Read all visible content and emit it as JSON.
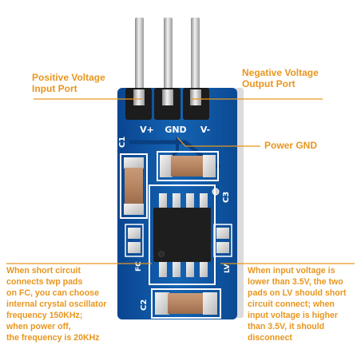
{
  "board": {
    "pin_labels": [
      "V+",
      "GND",
      "V-"
    ],
    "silk": {
      "c1": "C1",
      "c2": "C2",
      "c3": "C3",
      "fc": "FC",
      "lv": "LV"
    }
  },
  "callouts": {
    "positive_input": [
      "Positive Voltage",
      "Input Port"
    ],
    "negative_output": [
      "Negative Voltage",
      "Output Port"
    ],
    "power_gnd": "Power GND",
    "fc_note": [
      "When short circuit",
      "connects twp pads",
      "on FC, you can choose",
      "internal crystal oscillator",
      "frequency 150KHz;",
      "when power off,",
      "the frequency is 20KHz"
    ],
    "lv_note": [
      "When input voltage is",
      "lower than 3.5V, the two",
      "pads on LV should short",
      "circuit connect; when",
      "input voltage is higher",
      "than 3.5V, it should",
      "disconnect"
    ]
  },
  "colors": {
    "accent": "#e8961e",
    "pcb": "#0e4f9a",
    "silkscreen": "#ffffff"
  }
}
